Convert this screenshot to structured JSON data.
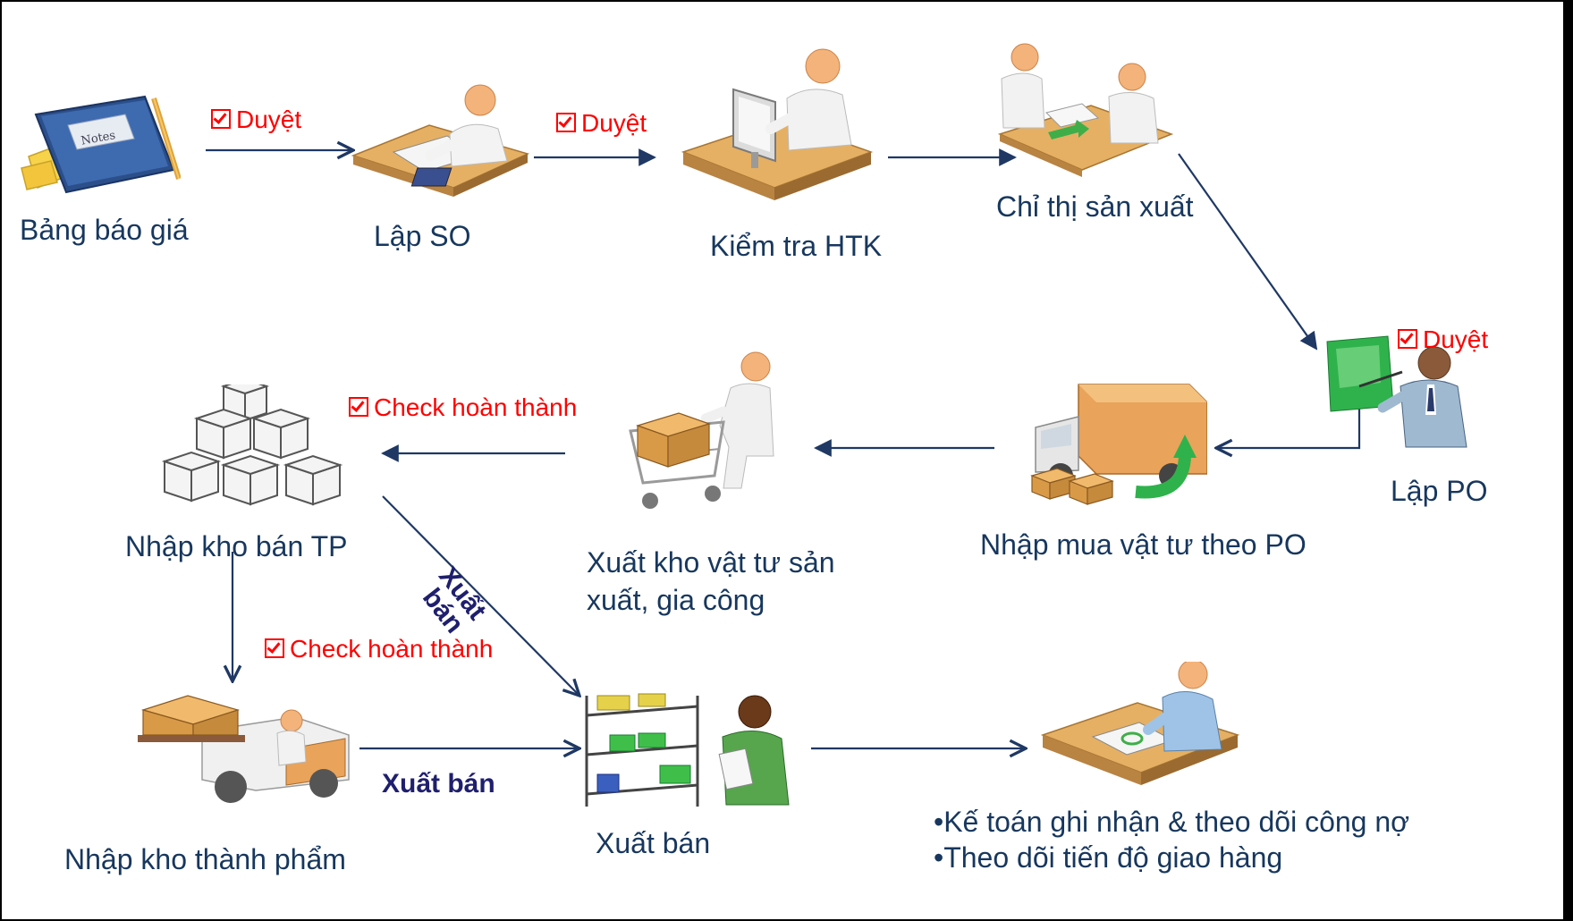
{
  "approve_label": "Duyệt",
  "check_label": "Check hoàn thành",
  "nodes": {
    "quote": "Bảng báo giá",
    "so": "Lập SO",
    "inventory_check": "Kiểm tra HTK",
    "production_order": "Chỉ thị sản xuất",
    "po": "Lập PO",
    "purchase_receipt": "Nhập mua vật tư theo PO",
    "material_issue_line1": "Xuất kho vật tư sản",
    "material_issue_line2": "xuất, gia công",
    "fg_sales_stock": "Nhập kho bán TP",
    "fg_receipt": "Nhập kho thành phẩm",
    "sales_issue": "Xuất bán",
    "accounting_line1": "•Kế toán ghi nhận & theo dõi công nợ",
    "accounting_line2": "•Theo dõi tiến độ giao hàng"
  },
  "edge_labels": {
    "diag_line1": "Xuất",
    "diag_line2": "bán",
    "bottom": "Xuất bán"
  },
  "icon_text": {
    "notes": "Notes"
  },
  "colors": {
    "background": "#ffffff",
    "outer": "#000000",
    "text": "#17375e",
    "approve": "#ff0000",
    "arrow": "#1f3864"
  }
}
